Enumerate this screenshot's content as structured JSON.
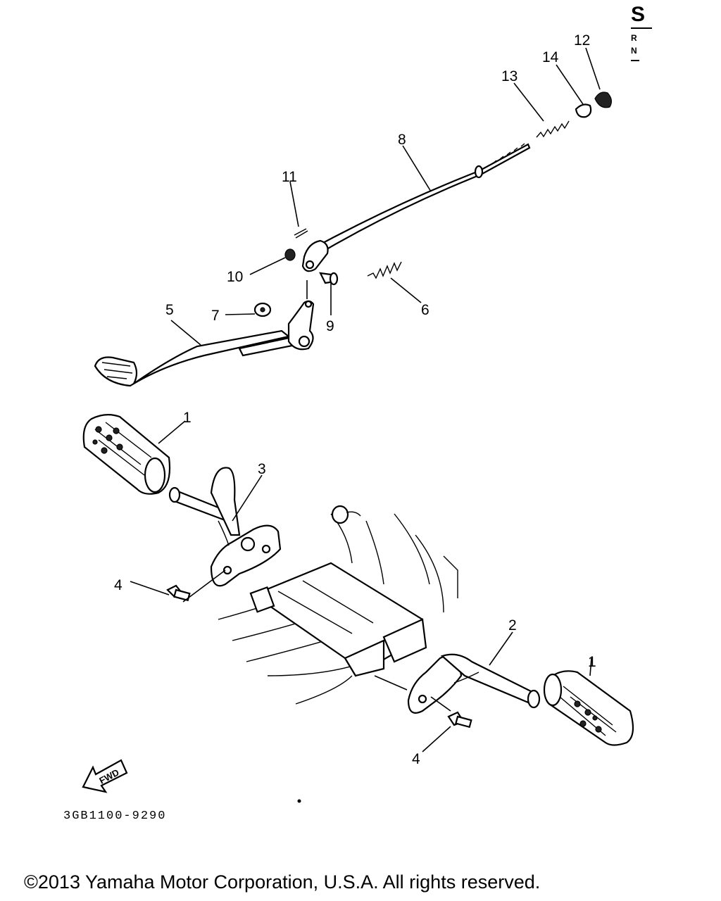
{
  "header": {
    "title_fragment": "S",
    "col_fragment_1": "R",
    "col_fragment_2": "N"
  },
  "callouts": {
    "c1a": "1",
    "c1b": "1",
    "c2": "2",
    "c3": "3",
    "c4a": "4",
    "c4b": "4",
    "c5": "5",
    "c6": "6",
    "c7": "7",
    "c8": "8",
    "c9": "9",
    "c10": "10",
    "c11": "11",
    "c12": "12",
    "c13": "13",
    "c14": "14"
  },
  "fwd_arrow": {
    "label": "FWD"
  },
  "drawing_code": "3GB1100-9290",
  "copyright": "©2013 Yamaha Motor Corporation, U.S.A. All rights reserved."
}
